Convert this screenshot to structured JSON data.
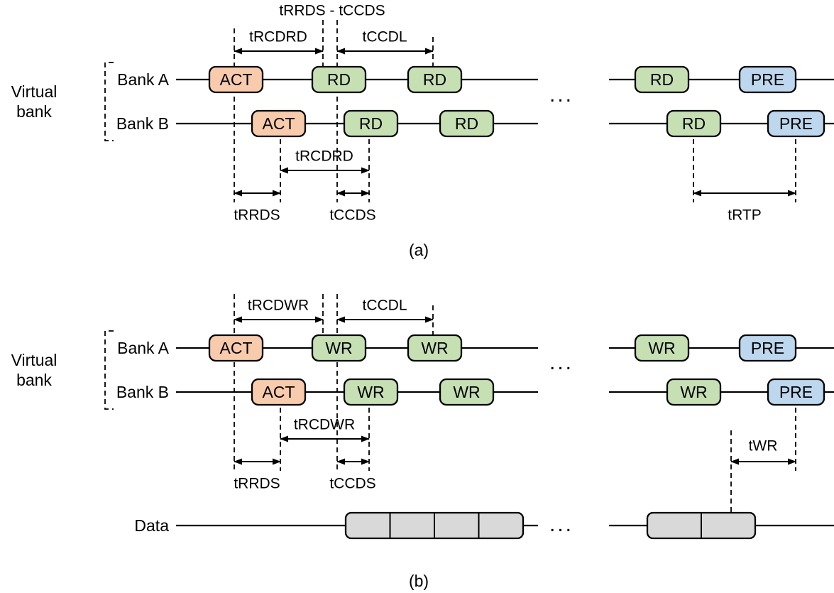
{
  "colors": {
    "act_fill": "#F8CBAD",
    "read_write_fill": "#C6E0B4",
    "precharge_fill": "#BDD7EE",
    "data_fill": "#D9D9D9"
  },
  "panel_a": {
    "caption": "(a)",
    "top_annotation": "tRRDS - tCCDS",
    "group_label": {
      "line1": "Virtual",
      "line2": "bank"
    },
    "bank_a": {
      "label": "Bank A",
      "commands": [
        "ACT",
        "RD",
        "RD",
        "RD",
        "PRE"
      ]
    },
    "bank_b": {
      "label": "Bank B",
      "commands": [
        "ACT",
        "RD",
        "RD",
        "RD",
        "PRE"
      ]
    },
    "ellipsis": "...",
    "timings": {
      "trcdrd_top": "tRCDRD",
      "tccdl": "tCCDL",
      "trcdrd_mid": "tRCDRD",
      "trrds": "tRRDS",
      "tccds": "tCCDS",
      "trtp": "tRTP"
    }
  },
  "panel_b": {
    "caption": "(b)",
    "group_label": {
      "line1": "Virtual",
      "line2": "bank"
    },
    "bank_a": {
      "label": "Bank A",
      "commands": [
        "ACT",
        "WR",
        "WR",
        "WR",
        "PRE"
      ]
    },
    "bank_b": {
      "label": "Bank B",
      "commands": [
        "ACT",
        "WR",
        "WR",
        "WR",
        "PRE"
      ]
    },
    "data_row": {
      "label": "Data"
    },
    "ellipsis_banks": "...",
    "ellipsis_data": "...",
    "timings": {
      "trcdwr_top": "tRCDWR",
      "tccdl": "tCCDL",
      "trcdwr_mid": "tRCDWR",
      "trrds": "tRRDS",
      "tccds": "tCCDS",
      "twr": "tWR"
    }
  }
}
